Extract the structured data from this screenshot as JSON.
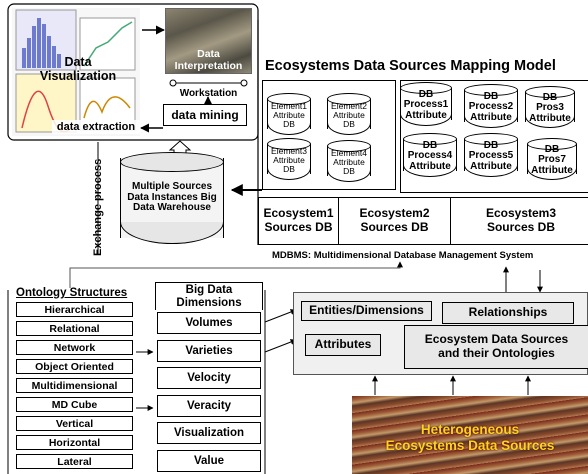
{
  "workstation": {
    "data_visualization": "Data\nVisualization",
    "data_interpretation": "Data\nInterpretation",
    "workstation_label": "Workstation",
    "data_extraction": "data extraction",
    "data_mining": "data mining"
  },
  "exchange_label": "Exchange process",
  "warehouse": "Multiple Sources Data Instances Big Data Warehouse",
  "mapping": {
    "title": "Ecosystems Data Sources Mapping Model",
    "elements": [
      "Element1\nAttribute\nDB",
      "Element2\nAttribute\nDB",
      "Element3\nAttribute\nDB",
      "Element4\nAttribute\nDB"
    ],
    "processes": [
      "DB\nProcess1\nAttribute",
      "DB\nProcess2\nAttribute",
      "DB\nPros3\nAttribute",
      "DB\nProcess4\nAttribute",
      "DB\nProcess5\nAttribute",
      "DB\nPros7\nAttribute"
    ],
    "sources": [
      "Ecosystem1\nSources DB",
      "Ecosystem2\nSources DB",
      "Ecosystem3\nSources DB"
    ]
  },
  "mdbms": "MDBMS: Multidimensional Database Management System",
  "ontology": {
    "title": "Ontology Structures",
    "items": [
      "Hierarchical",
      "Relational",
      "Network",
      "Object Oriented",
      "Multidimensional",
      "MD Cube",
      "Vertical",
      "Horizontal",
      "Lateral"
    ]
  },
  "big_data": {
    "title": "Big Data\nDimensions",
    "items": [
      "Volumes",
      "Varieties",
      "Velocity",
      "Veracity",
      "Visualization",
      "Value"
    ]
  },
  "model": {
    "entities": "Entities/Dimensions",
    "relationships": "Relationships",
    "attributes": "Attributes",
    "ecosystem_sources": "Ecosystem Data Sources\nand their Ontologies"
  },
  "heterogeneous": "Heterogeneous\nEcosystems Data Sources",
  "colors": {
    "accent_yellow": "#ffd21e",
    "panel_gray": "#f0f0f0",
    "warehouse_fill": "#e6e6e6"
  }
}
